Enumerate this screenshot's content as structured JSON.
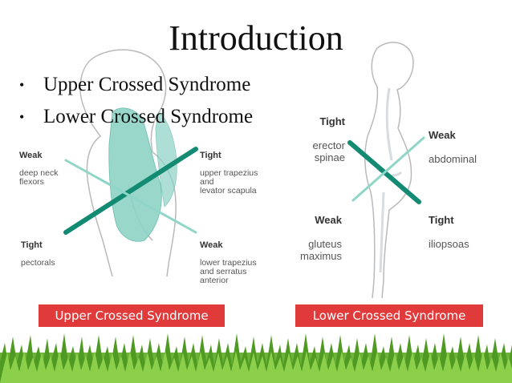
{
  "slide": {
    "title": "Introduction",
    "bullets": [
      {
        "bullet": "•",
        "text": "Upper Crossed Syndrome"
      },
      {
        "bullet": "•",
        "text": "Lower Crossed Syndrome"
      }
    ]
  },
  "upper_diagram": {
    "weak_top": {
      "heading": "Weak",
      "text": "deep neck\nflexors"
    },
    "tight_top": {
      "heading": "Tight",
      "text": "upper trapezius\nand\nlevator scapula"
    },
    "tight_bottom": {
      "heading": "Tight",
      "text": "pectorals"
    },
    "weak_bottom": {
      "heading": "Weak",
      "text": "lower trapezius\nand serratus\nanterior"
    },
    "banner": "Upper Crossed Syndrome"
  },
  "lower_diagram": {
    "tight_top": {
      "heading": "Tight",
      "text": "erector\nspinae"
    },
    "weak_top": {
      "heading": "Weak",
      "text": "abdominal"
    },
    "weak_bottom": {
      "heading": "Weak",
      "text": "gluteus\nmaximus"
    },
    "tight_bottom": {
      "heading": "Tight",
      "text": "iliopsoas"
    },
    "banner": "Lower Crossed Syndrome"
  },
  "colors": {
    "banner": "#e03a3b",
    "muscle": "#7fcfc0",
    "dark_line": "#138a72",
    "light_line": "#8fd6c8",
    "grass": "#5aa12a"
  }
}
